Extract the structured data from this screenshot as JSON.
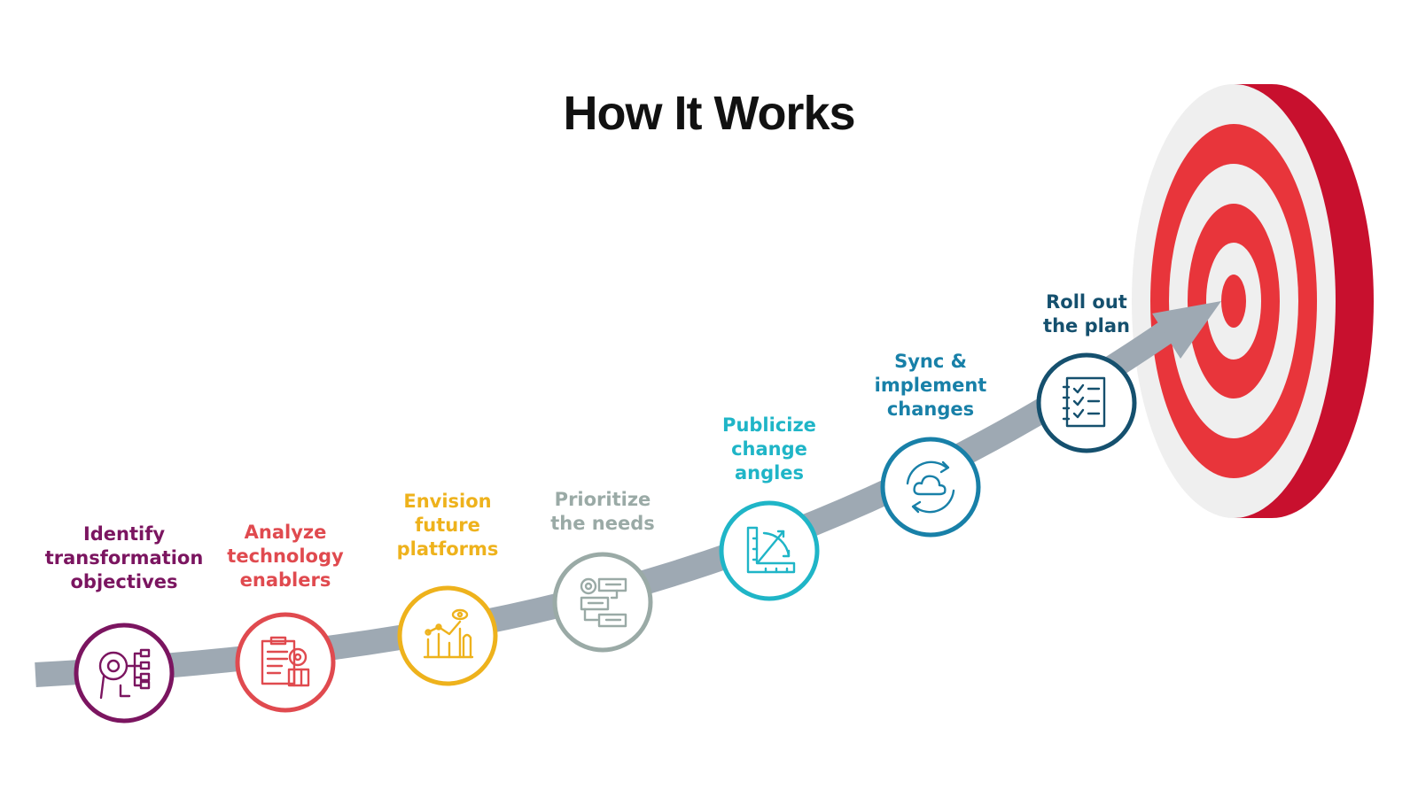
{
  "title": "How It Works",
  "colors": {
    "path": "#9ea9b3",
    "target_red": "#e8353b",
    "target_dark_red": "#c8102e",
    "target_white": "#efefef"
  },
  "steps": [
    {
      "lines": [
        "Identify",
        "transformation",
        "objectives"
      ],
      "color": "#7b1560",
      "icon": "strategy-map-icon"
    },
    {
      "lines": [
        "Analyze",
        "technology",
        "enablers"
      ],
      "color": "#e04a4f",
      "icon": "clipboard-analysis-icon"
    },
    {
      "lines": [
        "Envision",
        "future",
        "platforms"
      ],
      "color": "#eeb21c",
      "icon": "vision-growth-icon"
    },
    {
      "lines": [
        "Prioritize",
        "the needs"
      ],
      "color": "#9aaaa6",
      "icon": "priority-list-icon"
    },
    {
      "lines": [
        "Publicize",
        "change",
        "angles"
      ],
      "color": "#1fb5c7",
      "icon": "angle-ruler-icon"
    },
    {
      "lines": [
        "Sync &",
        "implement",
        "changes"
      ],
      "color": "#1880a8",
      "icon": "cloud-sync-icon"
    },
    {
      "lines": [
        "Roll out",
        "the plan"
      ],
      "color": "#15506e",
      "icon": "checklist-icon"
    }
  ]
}
